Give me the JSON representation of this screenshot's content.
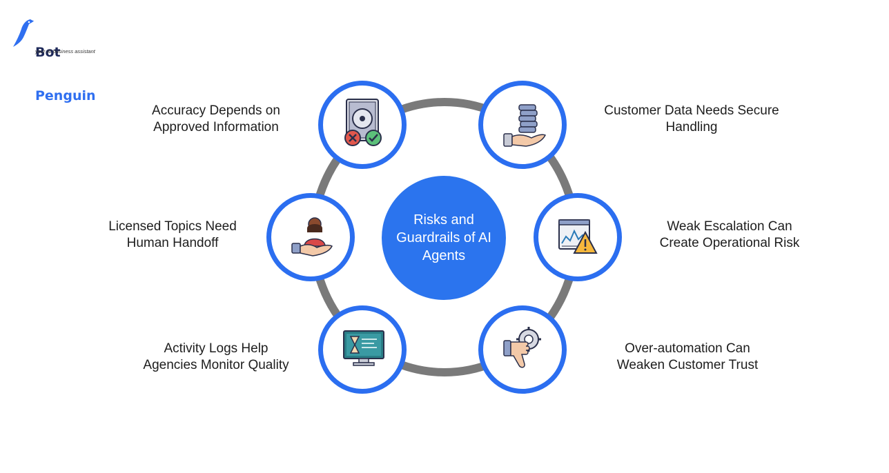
{
  "brand": {
    "line1": "Bot",
    "line2": "Penguin",
    "tagline": "your AI business assistant",
    "colors": {
      "dark": "#1f2a5a",
      "accent": "#2f6ff0"
    }
  },
  "center": {
    "title": "Risks and Guardrails of AI Agents"
  },
  "items": [
    {
      "label": "Accuracy Depends on\nApproved Information",
      "icon": "accuracy-check-icon"
    },
    {
      "label": "Customer Data Needs Secure\nHandling",
      "icon": "data-coins-hand-icon"
    },
    {
      "label": "Licensed Topics Need\nHuman Handoff",
      "icon": "human-handoff-icon"
    },
    {
      "label": "Weak Escalation Can\nCreate Operational Risk",
      "icon": "chart-warning-icon"
    },
    {
      "label": "Activity Logs Help\nAgencies Monitor Quality",
      "icon": "monitor-hourglass-icon"
    },
    {
      "label": "Over-automation Can\nWeaken Customer Trust",
      "icon": "thumbs-down-gear-icon"
    }
  ],
  "colors": {
    "ring": "#7a7a7a",
    "node_border": "#2b6ef0",
    "center_fill": "#2b74ee"
  }
}
